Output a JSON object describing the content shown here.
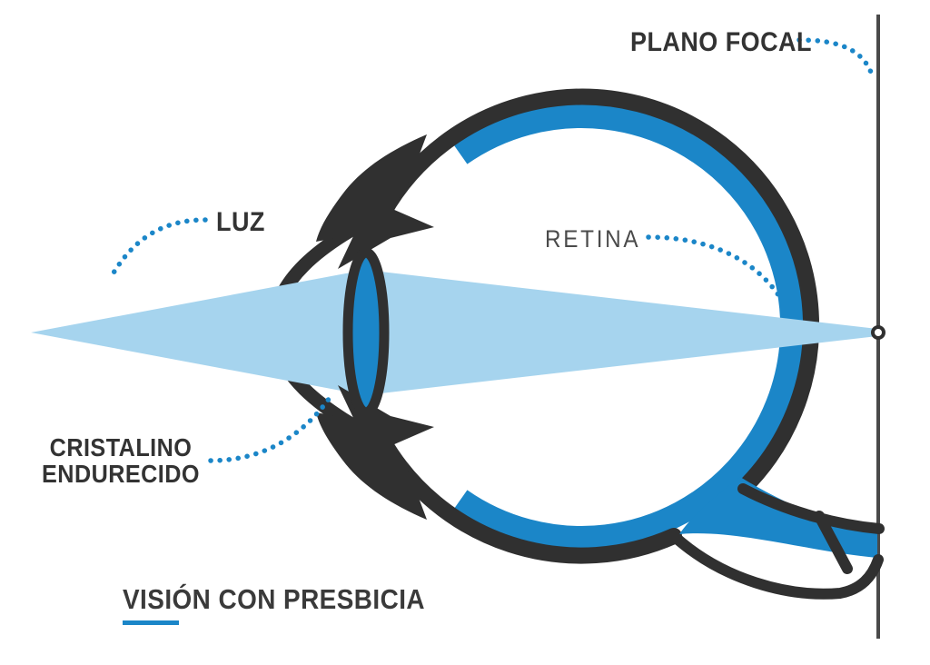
{
  "diagram": {
    "title": "VISIÓN CON PRESBICIA",
    "labels": {
      "focal_plane": "PLANO FOCAL",
      "light": "LUZ",
      "retina": "RETINA",
      "hardened_lens": "CRISTALINO\nENDURECIDO"
    },
    "colors": {
      "primary_blue": "#1b86c8",
      "light_beam_blue": "#a6d4ee",
      "outline_dark": "#303030",
      "focal_line_gray": "#4a4a4a"
    }
  }
}
